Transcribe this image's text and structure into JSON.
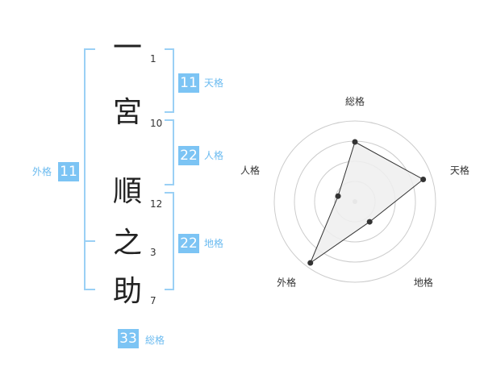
{
  "name": {
    "chars": [
      {
        "char": "一",
        "strokes": "1"
      },
      {
        "char": "宮",
        "strokes": "10"
      },
      {
        "char": "順",
        "strokes": "12"
      },
      {
        "char": "之",
        "strokes": "3"
      },
      {
        "char": "助",
        "strokes": "7"
      }
    ]
  },
  "fortune": {
    "tenkaku": {
      "value": "11",
      "label": "天格"
    },
    "jinkaku": {
      "value": "22",
      "label": "人格"
    },
    "chikaku": {
      "value": "22",
      "label": "地格"
    },
    "gaikaku": {
      "value": "11",
      "label": "外格"
    },
    "soukaku": {
      "value": "33",
      "label": "総格"
    }
  },
  "chart_data": {
    "type": "radar",
    "axes": [
      "総格",
      "天格",
      "地格",
      "外格",
      "人格"
    ],
    "values": [
      0.74,
      0.89,
      0.31,
      0.94,
      0.22
    ],
    "rings": 4,
    "colors": {
      "fill": "#eeeeee",
      "line": "#333333",
      "ring": "#cccccc",
      "center": "#bbbbbb"
    }
  }
}
